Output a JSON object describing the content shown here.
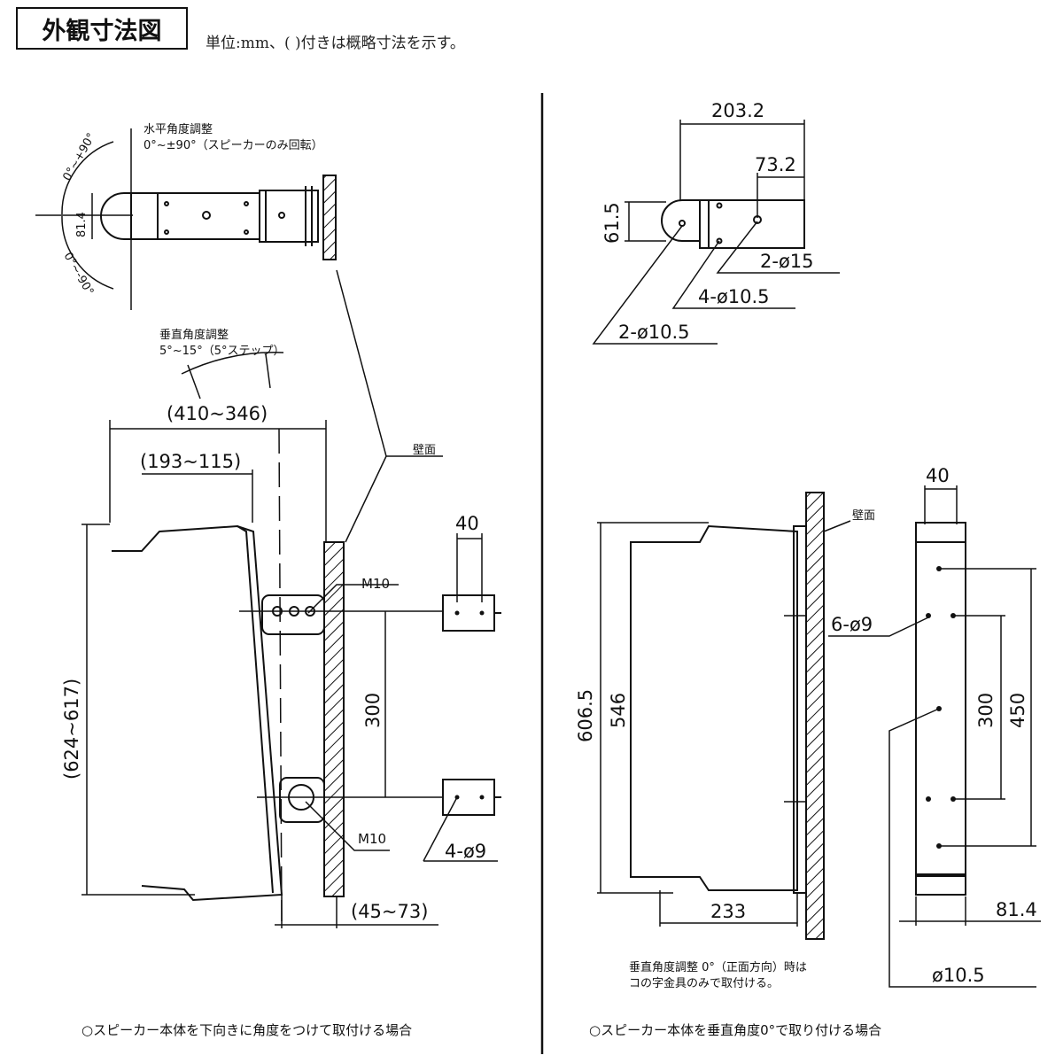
{
  "header": {
    "title": "外観寸法図",
    "unit_note": "単位:mm、( )付きは概略寸法を示す。"
  },
  "left": {
    "horiz_adjust_title": "水平角度調整",
    "horiz_adjust_range": "0°~±90°（スピーカーのみ回転）",
    "angle_up": "0°~+90°",
    "angle_down": "0°~-90°",
    "dim_814": "81.4",
    "vert_adjust_title": "垂直角度調整",
    "vert_adjust_range": "5°~15°（5°ステップ）",
    "dim_410": "(410~346)",
    "dim_193": "(193~115)",
    "dim_624": "(624~617)",
    "wall": "壁面",
    "m10_top": "M10",
    "m10_bottom": "M10",
    "dim_300": "300",
    "dim_40": "40",
    "holes_9": "4-ø9",
    "dim_45": "(45~73)",
    "caption": "○スピーカー本体を下向きに角度をつけて取付ける場合"
  },
  "right": {
    "dim_2032": "203.2",
    "dim_732": "73.2",
    "dim_615": "61.5",
    "holes_15": "2-ø15",
    "holes_105a": "4-ø10.5",
    "holes_105b": "2-ø10.5",
    "wall": "壁面",
    "dim_6065": "606.5",
    "dim_546": "546",
    "dim_233": "233",
    "dim_40": "40",
    "holes_9": "6-ø9",
    "dim_300": "300",
    "dim_450": "450",
    "dim_814": "81.4",
    "dim_105": "ø10.5",
    "note_line1": "垂直角度調整 0°（正面方向）時は",
    "note_line2": "コの字金具のみで取付ける。",
    "caption": "○スピーカー本体を垂直角度0°で取り付ける場合"
  }
}
